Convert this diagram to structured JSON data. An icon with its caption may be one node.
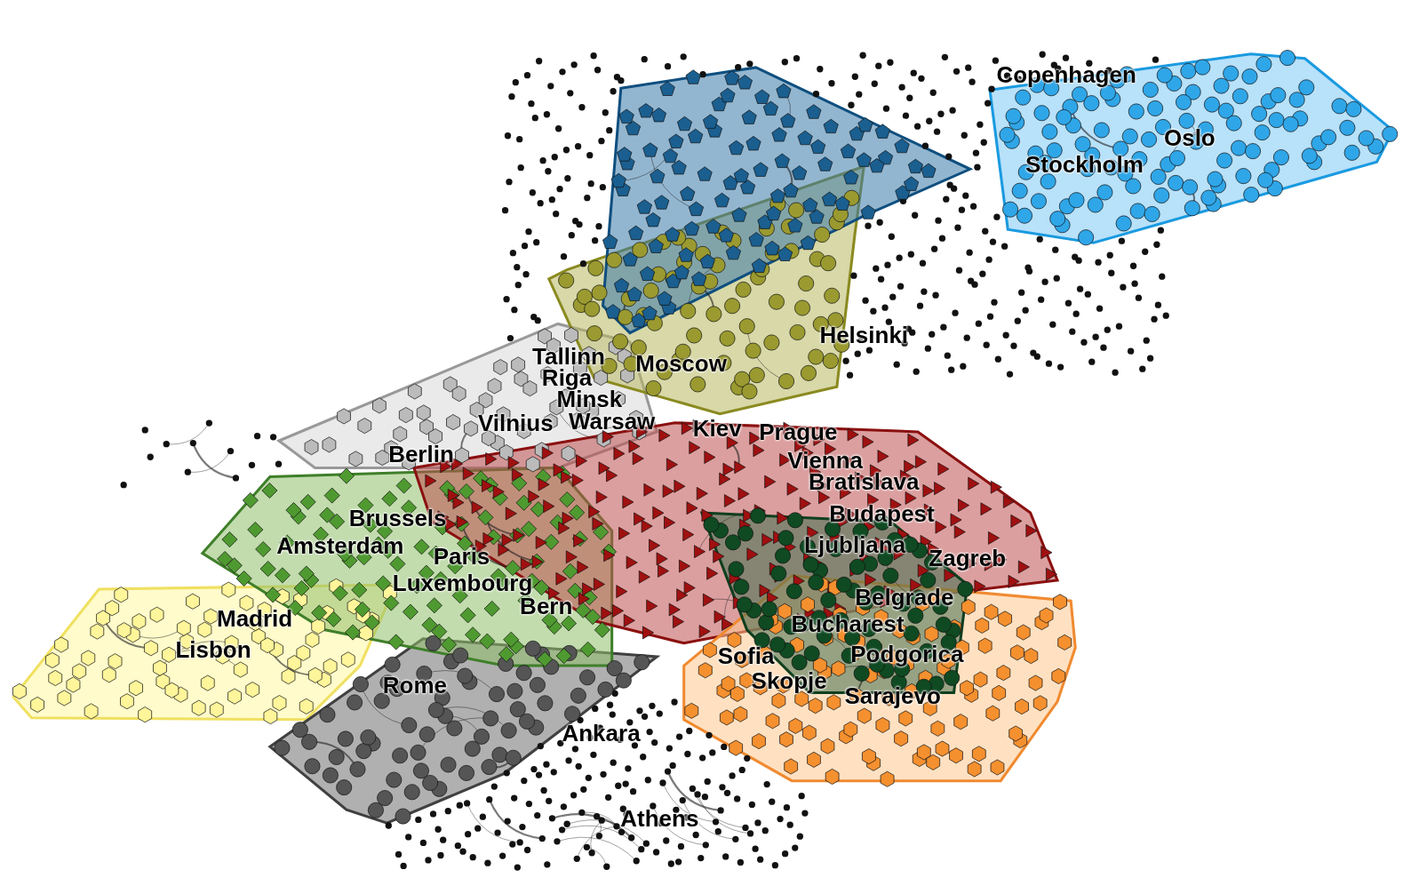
{
  "diagram": {
    "labels": [
      "Copenhagen",
      "Oslo",
      "Stockholm",
      "Helsinki",
      "Tallinn",
      "Moscow",
      "Riga",
      "Minsk",
      "Vilnius",
      "Warsaw",
      "Kiev",
      "Prague",
      "Berlin",
      "Vienna",
      "Bratislava",
      "Brussels",
      "Budapest",
      "Amsterdam",
      "Paris",
      "Ljubljana",
      "Zagreb",
      "Luxembourg",
      "Belgrade",
      "Madrid",
      "Bern",
      "Bucharest",
      "Lisbon",
      "Sofia",
      "Podgorica",
      "Rome",
      "Skopje",
      "Sarajevo",
      "Ankara",
      "Athens"
    ]
  }
}
